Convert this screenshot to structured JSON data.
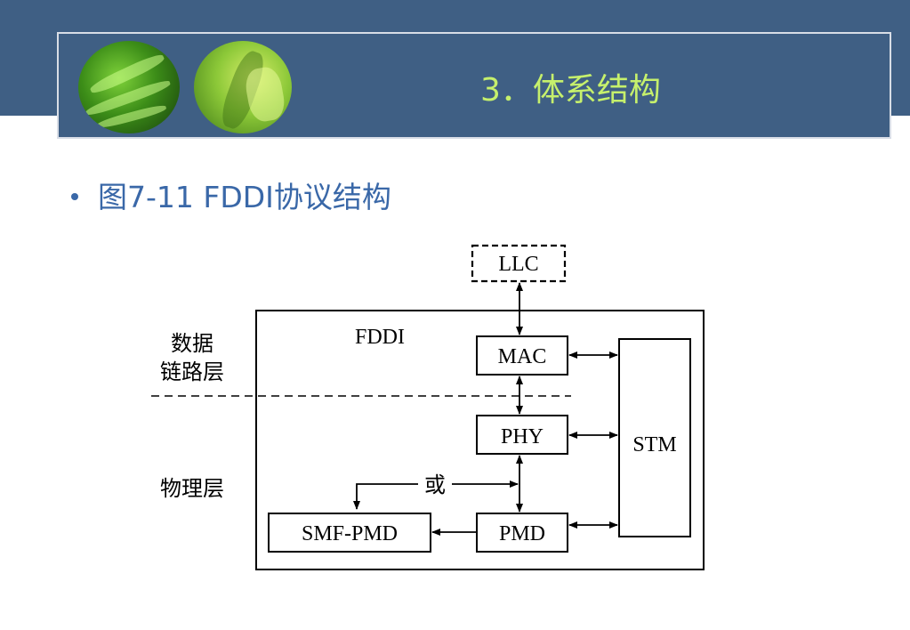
{
  "slide": {
    "title": "3．体系结构",
    "bullet_text": "图7-11 FDDI协议结构"
  },
  "diagram": {
    "nodes": {
      "llc": "LLC",
      "fddi": "FDDI",
      "mac": "MAC",
      "phy": "PHY",
      "pmd": "PMD",
      "smf_pmd": "SMF-PMD",
      "stm": "STM"
    },
    "layers": {
      "data_link_line1": "数据",
      "data_link_line2": "链路层",
      "physical": "物理层"
    },
    "or_label": "或"
  },
  "colors": {
    "banner": "#3f5f84",
    "title": "#c6f06c",
    "bullet": "#3a68a8"
  }
}
